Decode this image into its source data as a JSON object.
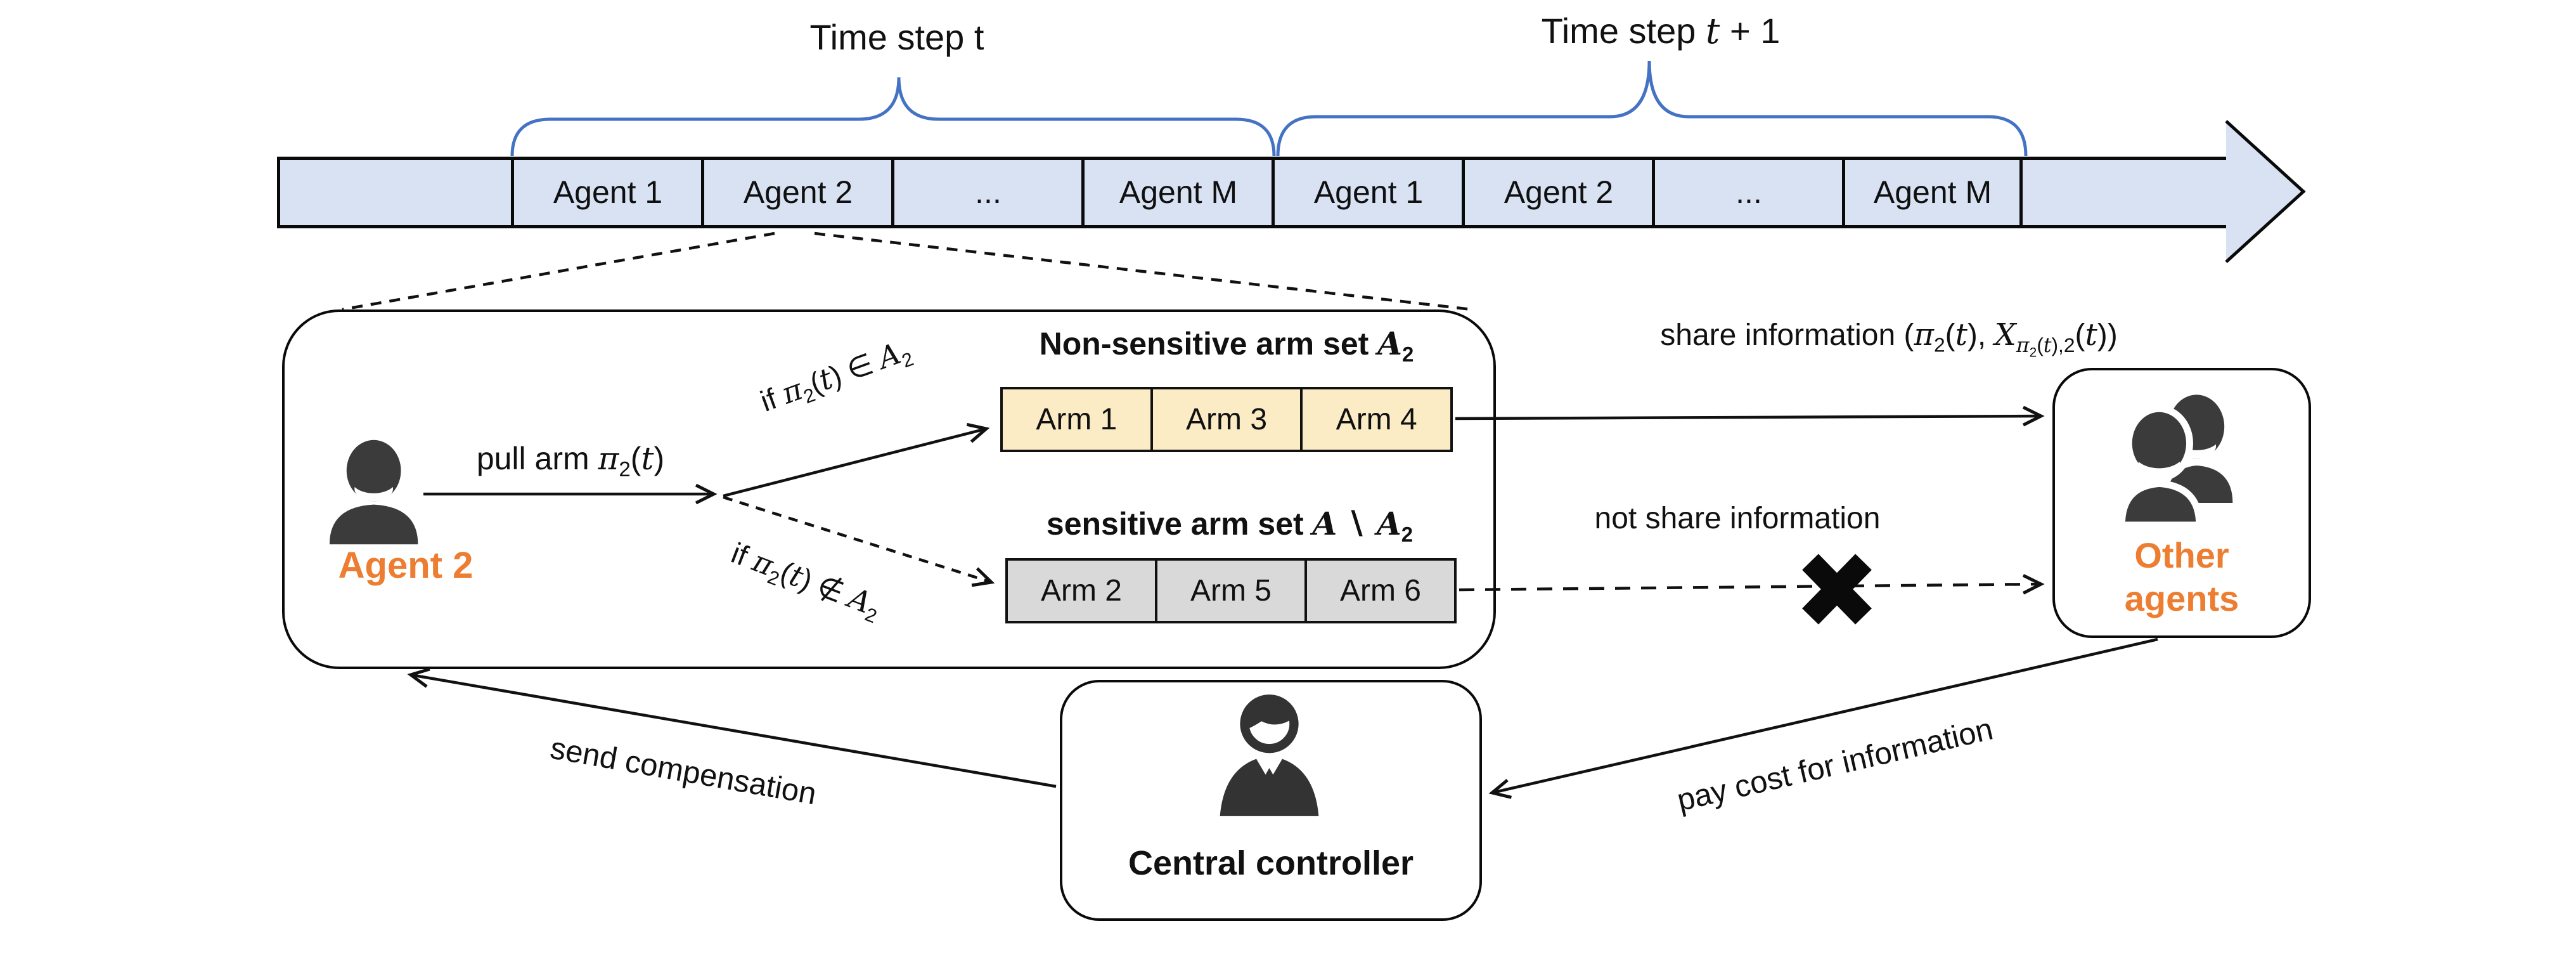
{
  "colors": {
    "band_fill": "#D9E2F3",
    "brace_blue": "#4472C4",
    "arm_yellow": "#FBECC6",
    "arm_gray": "#D9D9D9",
    "accent_orange": "#ED7D31",
    "line_black": "#111111"
  },
  "timeline": {
    "step_t_label": "Time step t",
    "step_t1_label_rich": "Time step <i>t</i> + 1",
    "cells": [
      "",
      "Agent 1",
      "Agent 2",
      "...",
      "Agent M",
      "Agent 1",
      "Agent 2",
      "...",
      "Agent M"
    ]
  },
  "agent2": {
    "label": "Agent 2",
    "pull_rich": "pull arm <i>π</i><sub>2</sub>(<i>t</i>)",
    "cond_in_rich": "if <i>π</i><sub>2</sub>(<i>t</i>) ∈ <i>A</i><sub>2</sub>",
    "cond_out_rich": "if <i>π</i><sub>2</sub>(<i>t</i>) ∉ <i>A</i><sub>2</sub>"
  },
  "arm_sets": {
    "nonsensitive_title_rich": "Non-sensitive arm set <i><b>A</b></i><sub><b>2</b></sub>",
    "nonsensitive_arms": [
      "Arm 1",
      "Arm 3",
      "Arm 4"
    ],
    "sensitive_title_rich": "sensitive arm set <i><b>A</b></i> ∖ <i><b>A</b></i><sub><b>2</b></sub>",
    "sensitive_arms": [
      "Arm 2",
      "Arm 5",
      "Arm 6"
    ]
  },
  "messages": {
    "share_rich": "share information (<i>π</i><sub>2</sub>(<i>t</i>), <i>X</i><sub><i>π</i><sub>2</sub>(<i>t</i>),2</sub>(<i>t</i>))",
    "not_share": "not share information",
    "pay_cost": "pay cost for information",
    "send_compensation": "send compensation"
  },
  "entities": {
    "other_agents_line1": "Other",
    "other_agents_line2": "agents",
    "central_controller": "Central controller"
  }
}
